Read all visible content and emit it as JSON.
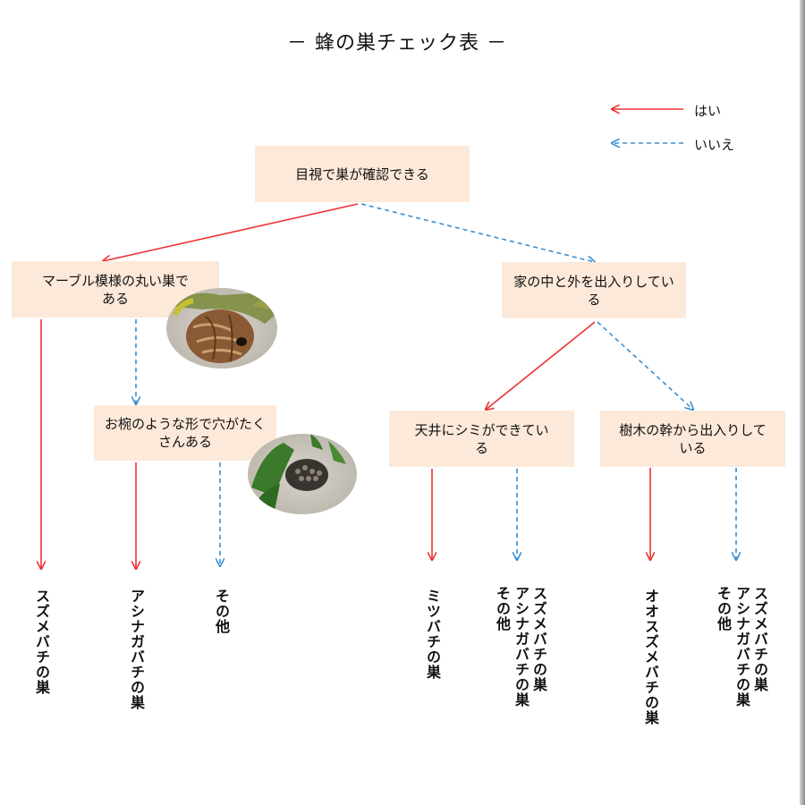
{
  "title": "－ 蜂の巣チェック表 －",
  "legend": {
    "yes_label": "はい",
    "no_label": "いいえ"
  },
  "colors": {
    "yes": "#ee3333",
    "no": "#3a8ed0",
    "box": "#fde9d9"
  },
  "nodes": {
    "root": "目視で巣が確認できる",
    "marble": "マーブル模様の丸い巣である",
    "in_out": "家の中と外を出入りしている",
    "bowl": "お椀のような形で穴がたくさんある",
    "ceiling": "天井にシミができている",
    "tree": "樹木の幹から出入りしている"
  },
  "results": {
    "suzumebachi": "スズメバチの巣",
    "ashinagabachi": "アシナガバチの巣",
    "sonota_bowl": "その他",
    "mitsubachi": "ミツバチの巣",
    "ceiling_no": [
      "スズメバチの巣",
      "アシナガバチの巣",
      "その他"
    ],
    "oosuzumebachi": "オオスズメバチの巣",
    "tree_no": [
      "スズメバチの巣",
      "アシナガバチの巣",
      "その他"
    ]
  }
}
